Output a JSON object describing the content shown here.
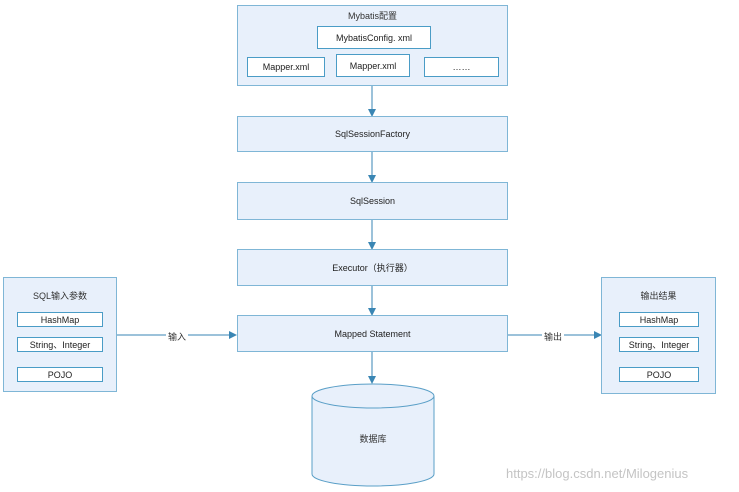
{
  "config": {
    "title": "Mybatis配置",
    "main_file": "MybatisConfig. xml",
    "mappers": [
      "Mapper.xml",
      "Mapper.xml",
      "……"
    ]
  },
  "factory": "SqlSessionFactory",
  "session": "SqlSession",
  "executor": "Executor（执行器）",
  "mapped_statement": "Mapped Statement",
  "database": "数据库",
  "input": {
    "title": "SQL输入参数",
    "items": [
      "HashMap",
      "String、Integer",
      "POJO"
    ],
    "arrow_label": "输入"
  },
  "output": {
    "title": "输出结果",
    "items": [
      "HashMap",
      "String、Integer",
      "POJO"
    ],
    "arrow_label": "输出"
  },
  "watermark": "https://blog.csdn.net/Milogenius"
}
